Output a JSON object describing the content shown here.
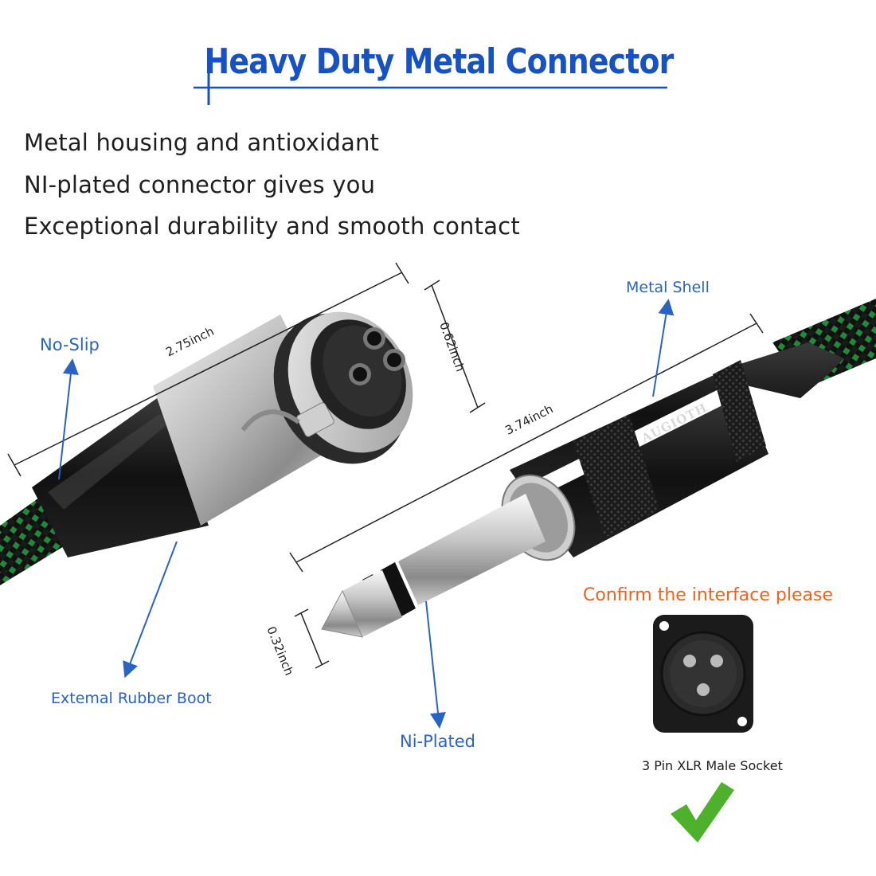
{
  "header": {
    "title": "Heavy Duty Metal Connector"
  },
  "description": {
    "lines": [
      "Metal housing and antioxidant",
      "NI-plated connector gives you",
      "Exceptional durability and smooth contact"
    ]
  },
  "callouts": {
    "no_slip": "No-Slip",
    "metal_shell": "Metal Shell",
    "rubber_boot": "Extemal Rubber Boot",
    "ni_plated": "Ni-Plated"
  },
  "dimensions": {
    "xlr_length": "2.75inch",
    "xlr_diameter": "0.62inch",
    "plug_length": "3.74inch",
    "tip_diameter": "0.32inch"
  },
  "brand": {
    "logo_text": "AUGIOTH"
  },
  "confirm": {
    "text": "Confirm the interface please",
    "socket_label": "3 Pin XLR Male Socket"
  },
  "colors": {
    "title_blue": "#1652c4",
    "callout_blue": "#2a63c4",
    "confirm_orange": "#f0621c",
    "check_green": "#4db12c",
    "cable_green": "#1e8a3a"
  }
}
